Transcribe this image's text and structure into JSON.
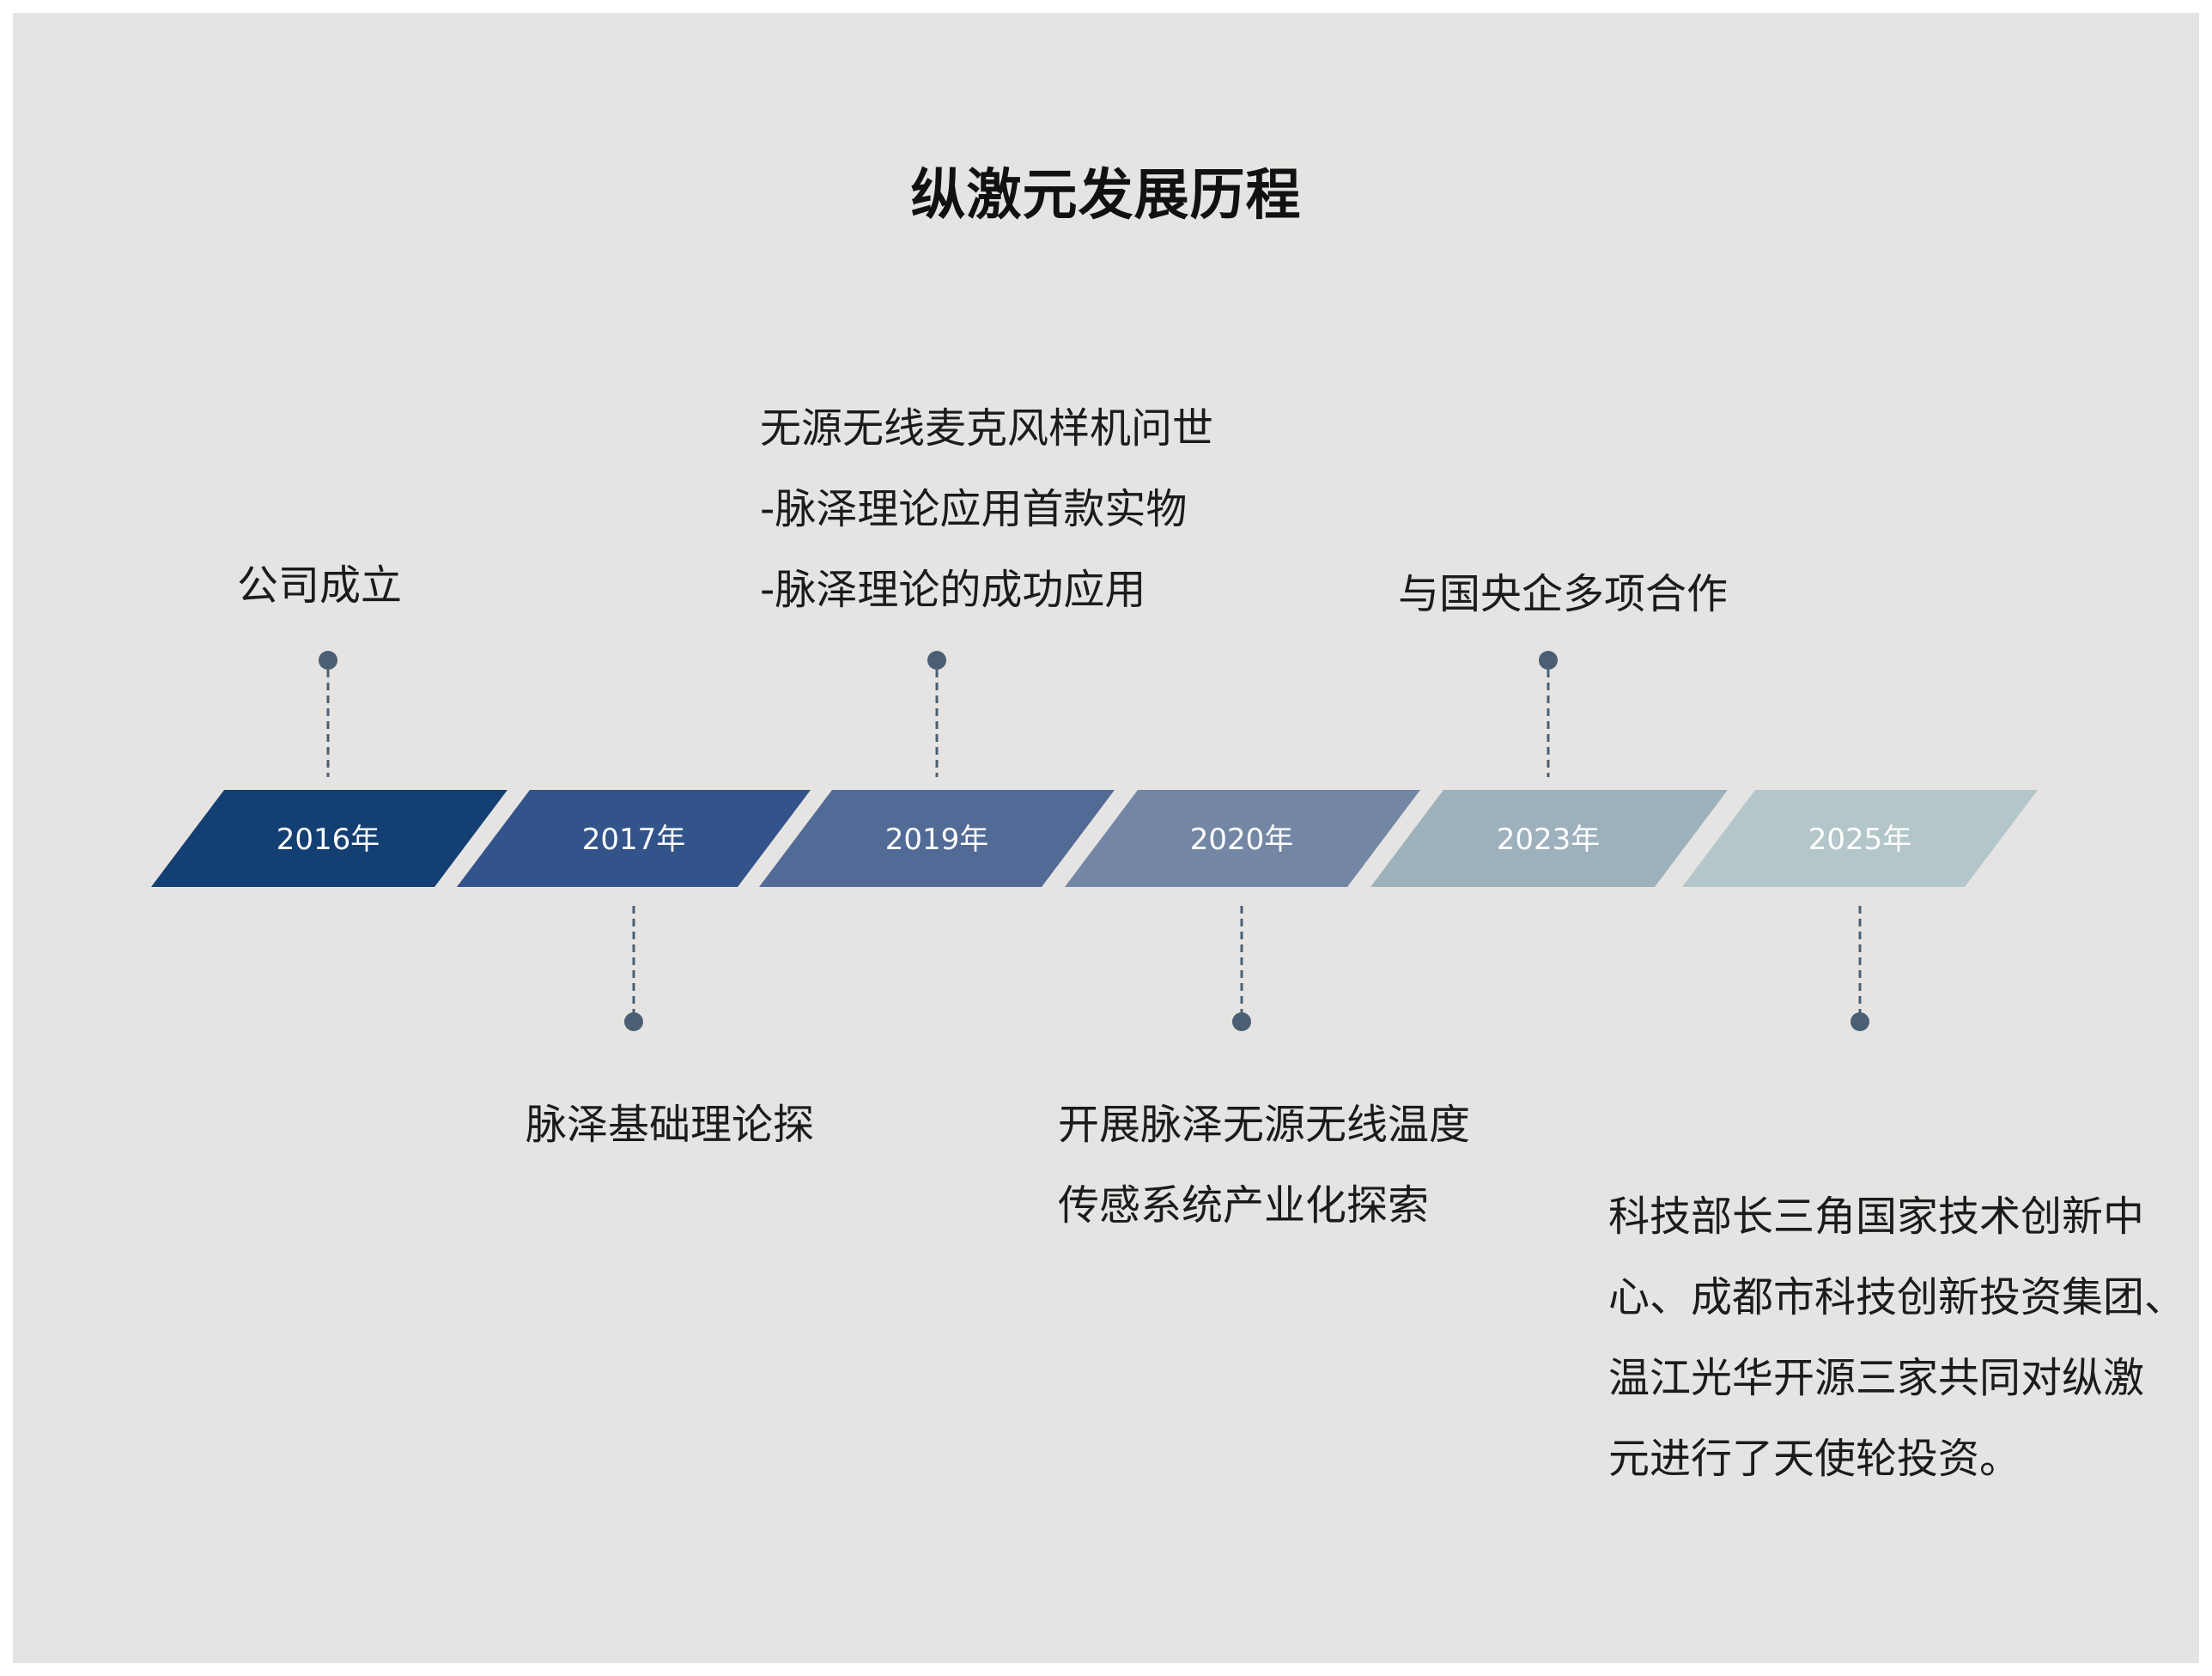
{
  "title": "纵激元发展历程",
  "colors": {
    "background": "#e6e4e2",
    "dot": "#4a5f73",
    "connector": "#4a5f73",
    "segments": [
      "#143f72",
      "#33548a",
      "#526a96",
      "#7387a5",
      "#9db1bd",
      "#b3c6c9"
    ]
  },
  "milestones": [
    {
      "year": "2016年",
      "position": "above",
      "lines": [
        "公司成立"
      ]
    },
    {
      "year": "2017年",
      "position": "below",
      "lines": [
        "脉泽基础理论探"
      ]
    },
    {
      "year": "2019年",
      "position": "above",
      "lines": [
        "无源无线麦克风样机问世",
        "-脉泽理论应用首款实物",
        "-脉泽理论的成功应用"
      ]
    },
    {
      "year": "2020年",
      "position": "below",
      "lines": [
        "开展脉泽无源无线温度",
        "传感系统产业化探索"
      ]
    },
    {
      "year": "2023年",
      "position": "above",
      "lines": [
        "与国央企多项合作"
      ]
    },
    {
      "year": "2025年",
      "position": "below",
      "lines": [
        "科技部长三角国家技术创新中",
        "心、成都市科技创新投资集团、",
        "温江光华开源三家共同对纵激",
        "元进行了天使轮投资。"
      ]
    }
  ]
}
